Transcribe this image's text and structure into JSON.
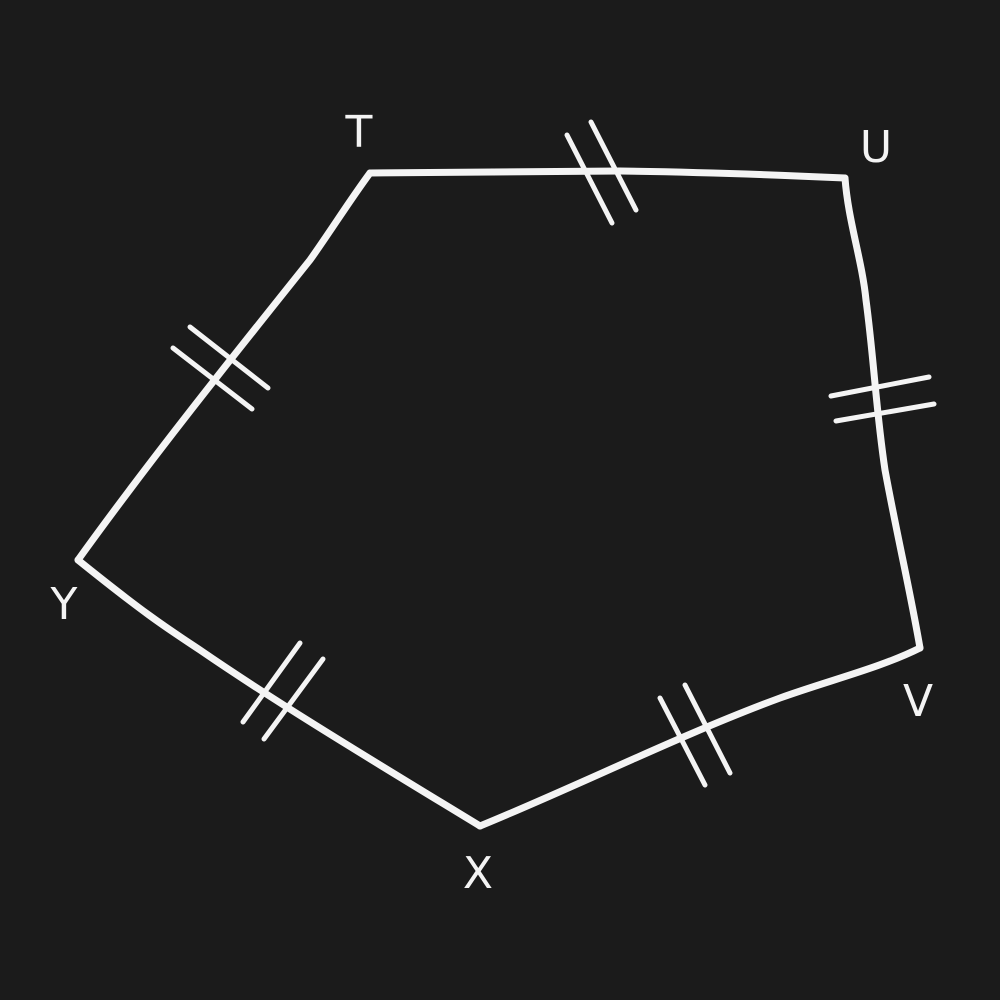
{
  "figure": {
    "shape": "pentagon",
    "vertices": [
      {
        "id": "T",
        "label": "T"
      },
      {
        "id": "U",
        "label": "U"
      },
      {
        "id": "V",
        "label": "V"
      },
      {
        "id": "X",
        "label": "X"
      },
      {
        "id": "Y",
        "label": "Y"
      }
    ],
    "sides": [
      {
        "from": "T",
        "to": "U",
        "tick_marks": 2
      },
      {
        "from": "U",
        "to": "V",
        "tick_marks": 2
      },
      {
        "from": "V",
        "to": "X",
        "tick_marks": 2
      },
      {
        "from": "X",
        "to": "Y",
        "tick_marks": 2
      },
      {
        "from": "Y",
        "to": "T",
        "tick_marks": 2
      }
    ]
  },
  "colors": {
    "background": "#1b1b1b",
    "stroke": "#f4f4f4"
  }
}
